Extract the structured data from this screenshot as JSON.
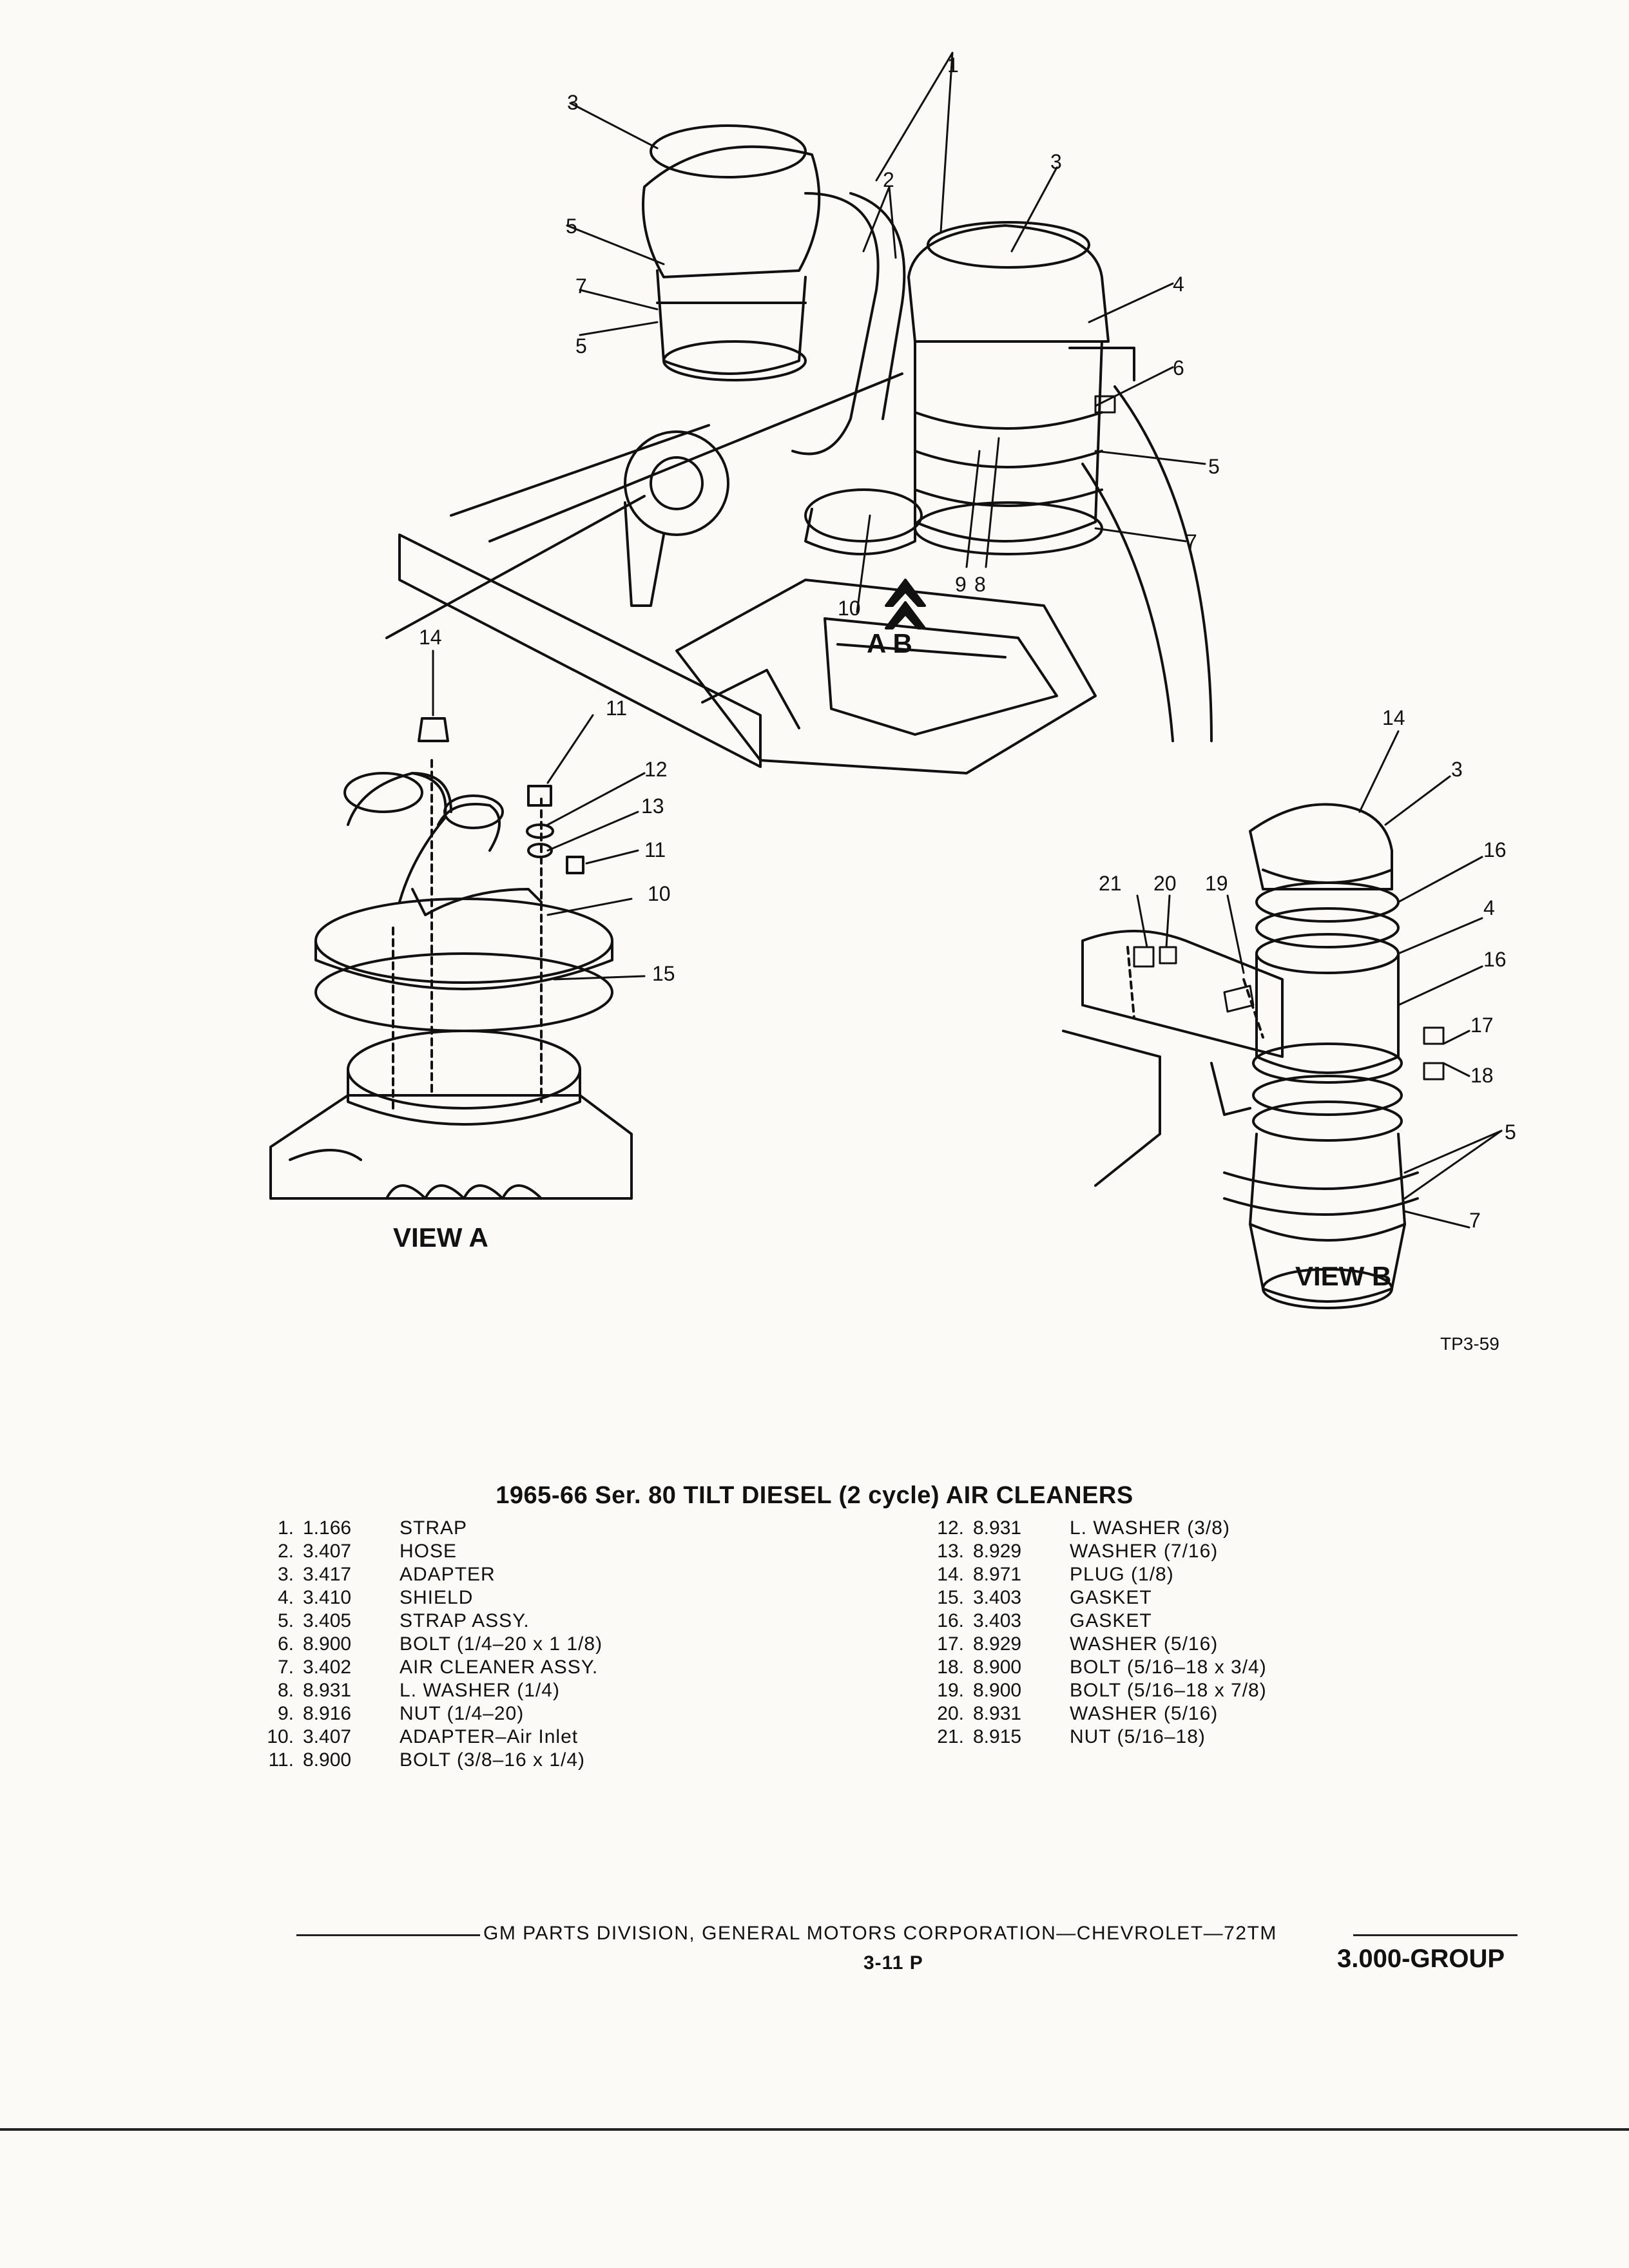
{
  "figure": {
    "callouts": {
      "main": [
        "1",
        "2",
        "3",
        "3",
        "4",
        "5",
        "5",
        "5",
        "6",
        "7",
        "7",
        "8",
        "9",
        "10"
      ],
      "view_a": [
        "10",
        "11",
        "11",
        "12",
        "13",
        "14",
        "15"
      ],
      "view_b": [
        "14",
        "3",
        "16",
        "4",
        "16",
        "17",
        "18",
        "19",
        "20",
        "21",
        "5",
        "7"
      ]
    },
    "view_arrow_label": "A B",
    "view_a_label": "VIEW A",
    "view_b_label": "VIEW B",
    "figure_code": "TP3-59"
  },
  "parts_list": {
    "title": "1965-66 Ser. 80 TILT DIESEL (2 cycle) AIR CLEANERS",
    "left": [
      {
        "num": "1.",
        "group": "1.166",
        "desc": "STRAP"
      },
      {
        "num": "2.",
        "group": "3.407",
        "desc": "HOSE"
      },
      {
        "num": "3.",
        "group": "3.417",
        "desc": "ADAPTER"
      },
      {
        "num": "4.",
        "group": "3.410",
        "desc": "SHIELD"
      },
      {
        "num": "5.",
        "group": "3.405",
        "desc": "STRAP ASSY."
      },
      {
        "num": "6.",
        "group": "8.900",
        "desc": "BOLT (1/4–20 x 1 1/8)"
      },
      {
        "num": "7.",
        "group": "3.402",
        "desc": "AIR CLEANER ASSY."
      },
      {
        "num": "8.",
        "group": "8.931",
        "desc": "L. WASHER (1/4)"
      },
      {
        "num": "9.",
        "group": "8.916",
        "desc": "NUT (1/4–20)"
      },
      {
        "num": "10.",
        "group": "3.407",
        "desc": "ADAPTER–Air Inlet"
      },
      {
        "num": "11.",
        "group": "8.900",
        "desc": "BOLT (3/8–16 x 1/4)"
      }
    ],
    "right": [
      {
        "num": "12.",
        "group": "8.931",
        "desc": "L. WASHER (3/8)"
      },
      {
        "num": "13.",
        "group": "8.929",
        "desc": "WASHER (7/16)"
      },
      {
        "num": "14.",
        "group": "8.971",
        "desc": "PLUG (1/8)"
      },
      {
        "num": "15.",
        "group": "3.403",
        "desc": "GASKET"
      },
      {
        "num": "16.",
        "group": "3.403",
        "desc": "GASKET"
      },
      {
        "num": "17.",
        "group": "8.929",
        "desc": "WASHER (5/16)"
      },
      {
        "num": "18.",
        "group": "8.900",
        "desc": "BOLT (5/16–18 x 3/4)"
      },
      {
        "num": "19.",
        "group": "8.900",
        "desc": "BOLT (5/16–18 x 7/8)"
      },
      {
        "num": "20.",
        "group": "8.931",
        "desc": "WASHER (5/16)"
      },
      {
        "num": "21.",
        "group": "8.915",
        "desc": "NUT (5/16–18)"
      }
    ]
  },
  "footer": {
    "text": "GM PARTS DIVISION, GENERAL MOTORS CORPORATION—CHEVROLET—72TM",
    "page": "3-11  P",
    "group": "3.000-GROUP"
  }
}
